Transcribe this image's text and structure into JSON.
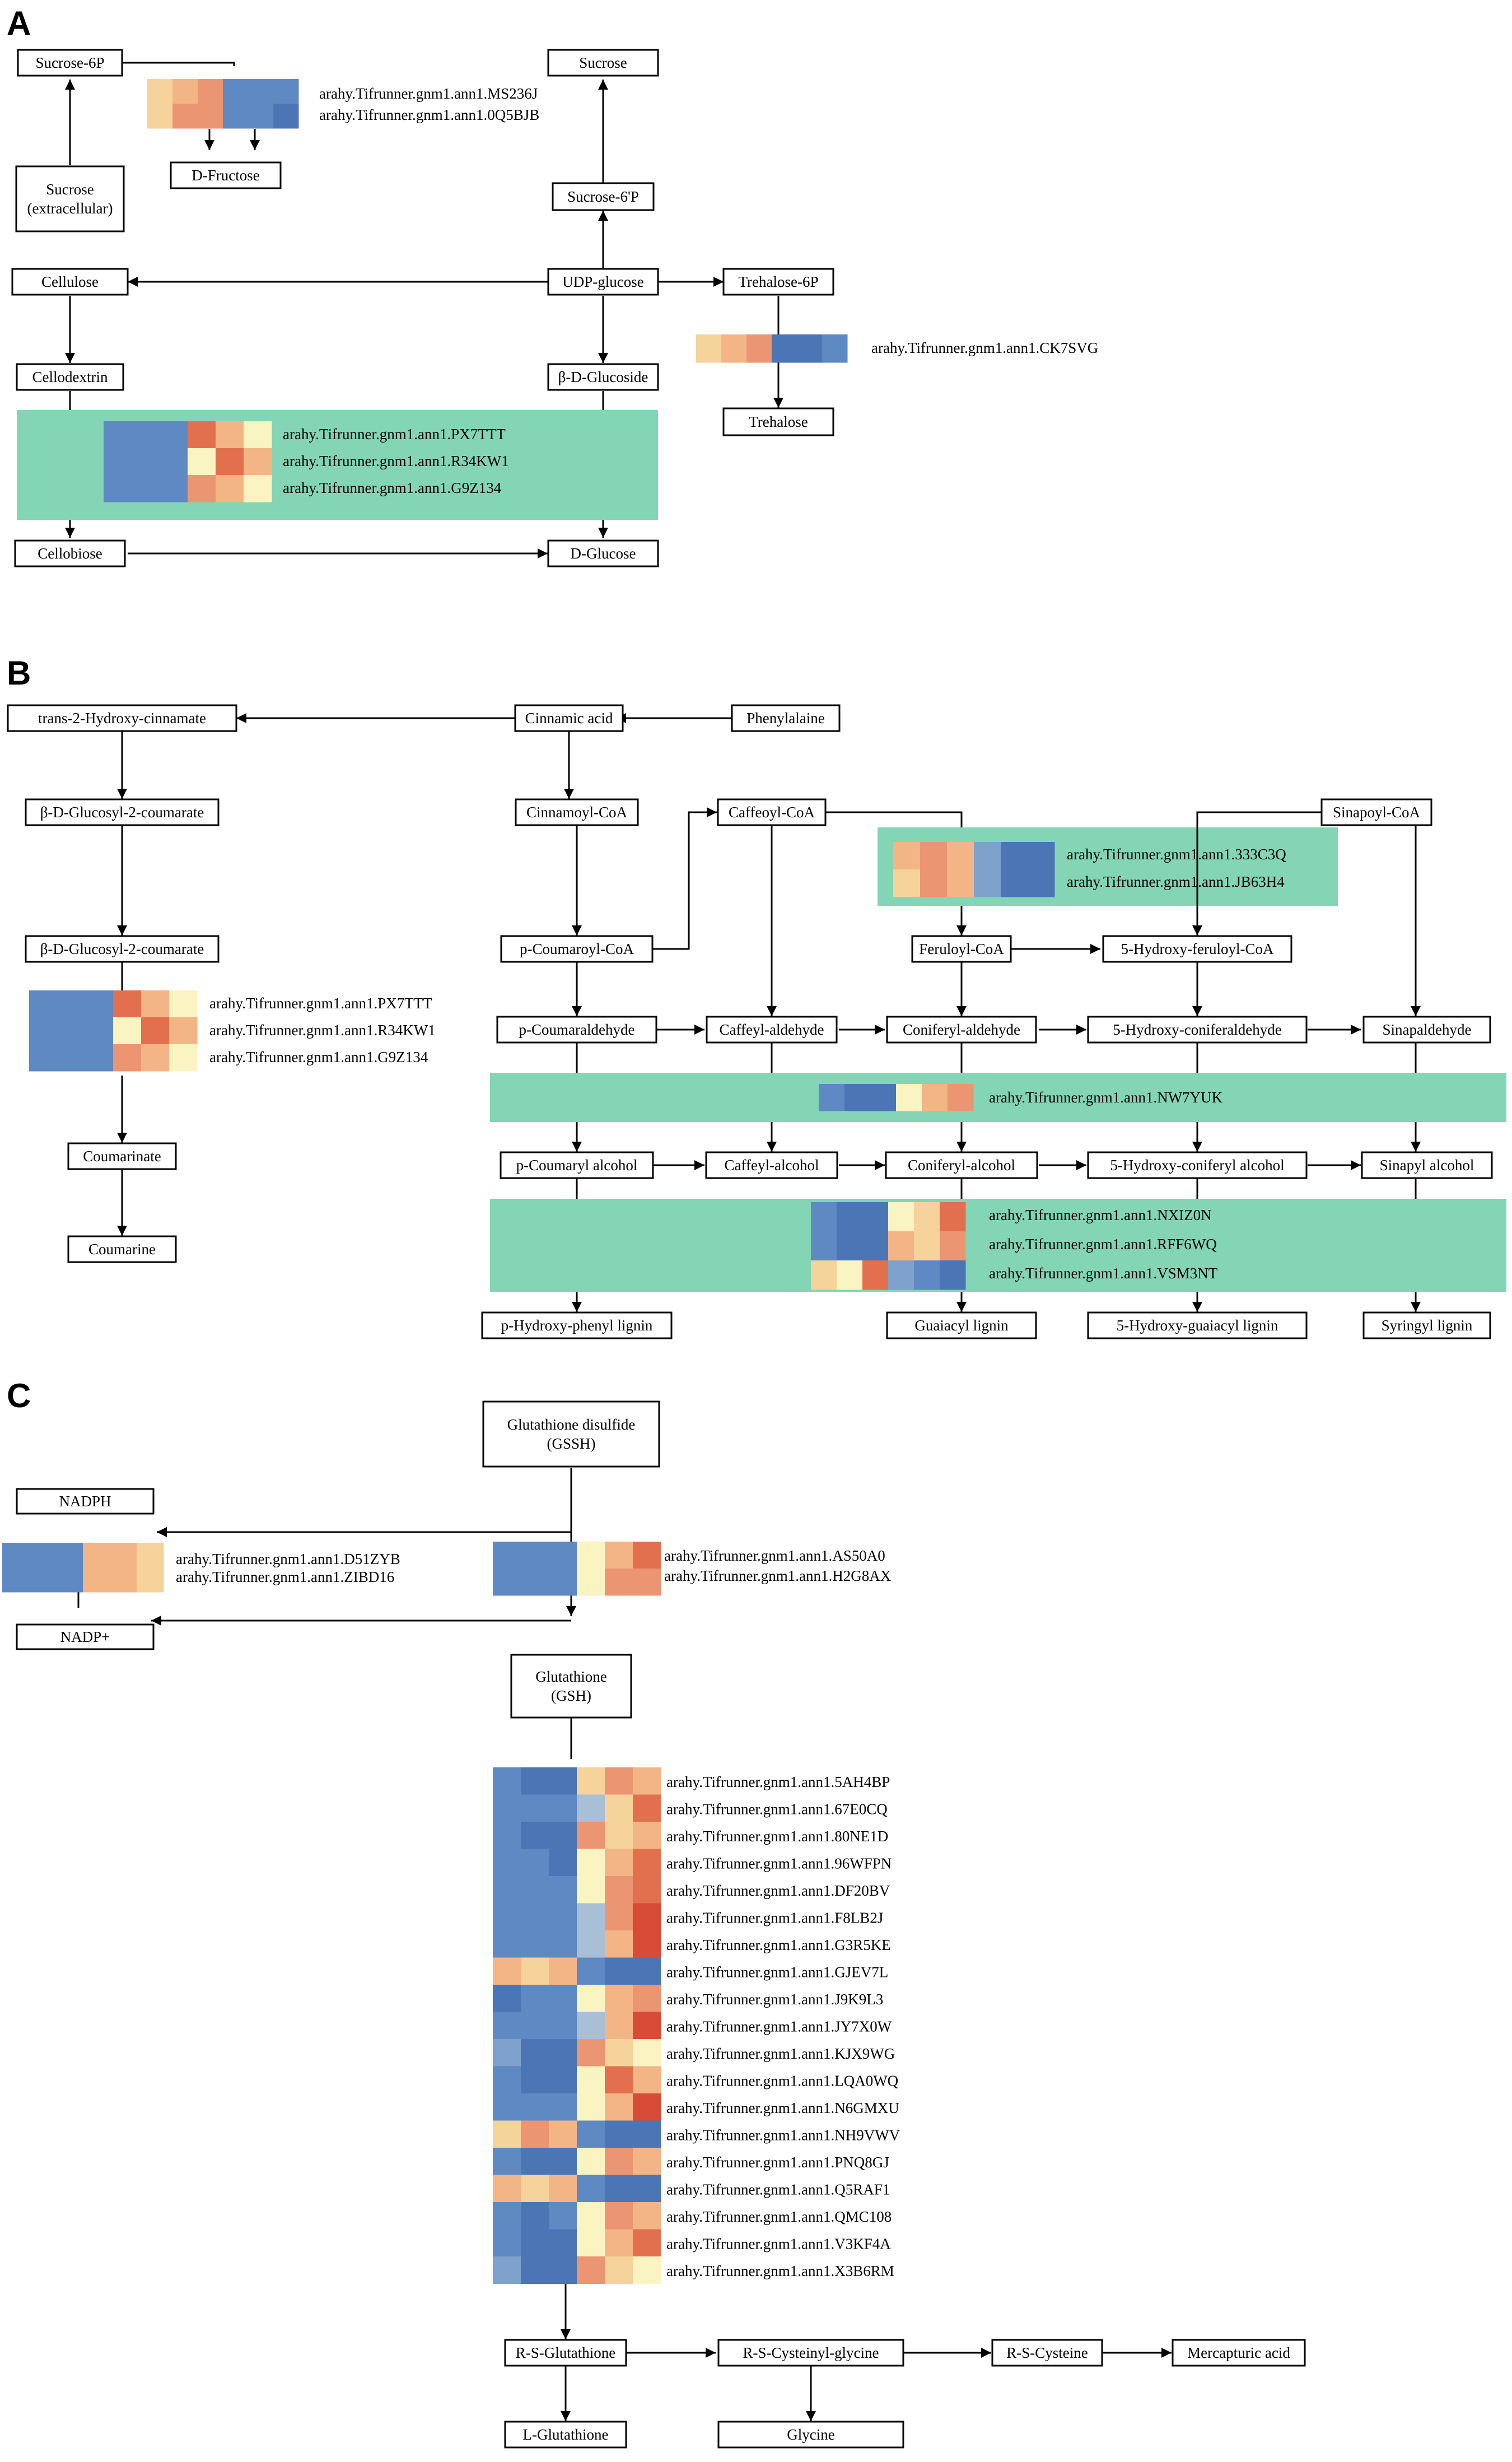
{
  "panels": {
    "a": "A",
    "b": "B",
    "c": "C"
  },
  "colors": {
    "band": "#84d4b6",
    "palette": [
      "#4b75b5",
      "#5e89c2",
      "#7ea2cc",
      "#a9bfd6",
      "#faf3c2",
      "#f5d39a",
      "#f3b586",
      "#eb9572",
      "#e2704f",
      "#d84b36"
    ]
  },
  "nodes": {
    "a": {
      "sucrose_6p": "Sucrose-6P",
      "sucrose": "Sucrose",
      "d_fructose": "D-Fructose",
      "sucrose_ext_1": "Sucrose",
      "sucrose_ext_2": "(extracellular)",
      "sucrose_6p_prime": "Sucrose-6'P",
      "cellulose": "Cellulose",
      "udp_glucose": "UDP-glucose",
      "trehalose_6p": "Trehalose-6P",
      "cellodextrin": "Cellodextrin",
      "b_d_glucoside": "β-D-Glucoside",
      "trehalose": "Trehalose",
      "cellobiose": "Cellobiose",
      "d_glucose": "D-Glucose"
    },
    "b": {
      "trans_2_hydroxy": "trans-2-Hydroxy-cinnamate",
      "cinnamic_acid": "Cinnamic acid",
      "phenylalaine": "Phenylalaine",
      "b_glucosyl_1": "β-D-Glucosyl-2-coumarate",
      "cinnamoyl_coa": "Cinnamoyl-CoA",
      "caffeoyl_coa": "Caffeoyl-CoA",
      "sinapoyl_coa": "Sinapoyl-CoA",
      "b_glucosyl_2": "β-D-Glucosyl-2-coumarate",
      "p_coumaroyl_coa": "p-Coumaroyl-CoA",
      "feruloyl_coa": "Feruloyl-CoA",
      "hydroxy_feruloyl_coa": "5-Hydroxy-feruloyl-CoA",
      "p_coumaraldehyde": "p-Coumaraldehyde",
      "caffeyl_aldehyde": "Caffeyl-aldehyde",
      "coniferyl_aldehyde": "Coniferyl-aldehyde",
      "hydroxy_coniferaldehyde": "5-Hydroxy-coniferaldehyde",
      "sinapaldehyde": "Sinapaldehyde",
      "coumarinate": "Coumarinate",
      "p_coumaryl_alcohol": "p-Coumaryl alcohol",
      "caffeyl_alcohol": "Caffeyl-alcohol",
      "coniferyl_alcohol": "Coniferyl-alcohol",
      "hydroxy_coniferyl_alcohol": "5-Hydroxy-coniferyl alcohol",
      "sinapyl_alcohol": "Sinapyl alcohol",
      "coumarine": "Coumarine",
      "p_hydroxy_phenyl_lignin": "p-Hydroxy-phenyl lignin",
      "guaiacyl_lignin": "Guaiacyl lignin",
      "hydroxy_guaiacyl_lignin": "5-Hydroxy-guaiacyl lignin",
      "syringyl_lignin": "Syringyl lignin"
    },
    "c": {
      "gssh_1": "Glutathione disulfide",
      "gssh_2": "(GSSH)",
      "nadph": "NADPH",
      "nadp_plus": "NADP+",
      "gsh_1": "Glutathione",
      "gsh_2": "(GSH)",
      "rs_glutathione": "R-S-Glutathione",
      "rs_cysteinyl_glycine": "R-S-Cysteinyl-glycine",
      "rs_cysteine": "R-S-Cysteine",
      "mercapturic_acid": "Mercapturic acid",
      "l_glutathione": "L-Glutathione",
      "glycine": "Glycine"
    }
  },
  "heatmaps": {
    "a_sucrose": {
      "genes": [
        "arahy.Tifrunner.gnm1.ann1.MS236J",
        "arahy.Tifrunner.gnm1.ann1.0Q5BJB"
      ],
      "levels": [
        [
          5,
          6,
          7,
          1,
          1,
          1
        ],
        [
          5,
          7,
          7,
          1,
          1,
          0
        ]
      ]
    },
    "a_trehalose": {
      "genes": [
        "arahy.Tifrunner.gnm1.ann1.CK7SVG"
      ],
      "levels": [
        [
          5,
          6,
          7,
          0,
          0,
          1
        ]
      ]
    },
    "a_glucosidase": {
      "genes": [
        "arahy.Tifrunner.gnm1.ann1.PX7TTT",
        "arahy.Tifrunner.gnm1.ann1.R34KW1",
        "arahy.Tifrunner.gnm1.ann1.G9Z134"
      ],
      "levels": [
        [
          1,
          1,
          1,
          8,
          6,
          4
        ],
        [
          1,
          1,
          1,
          4,
          8,
          6
        ],
        [
          1,
          1,
          1,
          7,
          6,
          4
        ]
      ]
    },
    "b_glucosyl": {
      "genes": [
        "arahy.Tifrunner.gnm1.ann1.PX7TTT",
        "arahy.Tifrunner.gnm1.ann1.R34KW1",
        "arahy.Tifrunner.gnm1.ann1.G9Z134"
      ],
      "levels": [
        [
          1,
          1,
          1,
          8,
          6,
          4
        ],
        [
          1,
          1,
          1,
          4,
          8,
          6
        ],
        [
          1,
          1,
          1,
          7,
          6,
          4
        ]
      ]
    },
    "b_ccoaomt": {
      "genes": [
        "arahy.Tifrunner.gnm1.ann1.333C3Q",
        "arahy.Tifrunner.gnm1.ann1.JB63H4"
      ],
      "levels": [
        [
          6,
          7,
          6,
          2,
          0,
          0
        ],
        [
          5,
          7,
          6,
          2,
          0,
          0
        ]
      ]
    },
    "b_ccr": {
      "genes": [
        "arahy.Tifrunner.gnm1.ann1.NW7YUK"
      ],
      "levels": [
        [
          1,
          0,
          0,
          4,
          6,
          7
        ]
      ]
    },
    "b_cad": {
      "genes": [
        "arahy.Tifrunner.gnm1.ann1.NXIZ0N",
        "arahy.Tifrunner.gnm1.ann1.RFF6WQ",
        "arahy.Tifrunner.gnm1.ann1.VSM3NT"
      ],
      "levels": [
        [
          1,
          0,
          0,
          4,
          5,
          8
        ],
        [
          1,
          0,
          0,
          6,
          5,
          7
        ],
        [
          5,
          4,
          8,
          2,
          1,
          0
        ]
      ]
    },
    "c_nadph": {
      "genes": [
        "arahy.Tifrunner.gnm1.ann1.D51ZYB",
        "arahy.Tifrunner.gnm1.ann1.ZIBD16"
      ],
      "levels": [
        [
          1,
          1,
          1,
          6,
          6,
          5
        ],
        [
          1,
          1,
          1,
          6,
          6,
          5
        ]
      ]
    },
    "c_gr": {
      "genes": [
        "arahy.Tifrunner.gnm1.ann1.AS50A0",
        "arahy.Tifrunner.gnm1.ann1.H2G8AX"
      ],
      "levels": [
        [
          1,
          1,
          1,
          4,
          6,
          8
        ],
        [
          1,
          1,
          1,
          4,
          7,
          7
        ]
      ]
    },
    "c_gst": {
      "genes": [
        "arahy.Tifrunner.gnm1.ann1.5AH4BP",
        "arahy.Tifrunner.gnm1.ann1.67E0CQ",
        "arahy.Tifrunner.gnm1.ann1.80NE1D",
        "arahy.Tifrunner.gnm1.ann1.96WFPN",
        "arahy.Tifrunner.gnm1.ann1.DF20BV",
        "arahy.Tifrunner.gnm1.ann1.F8LB2J",
        "arahy.Tifrunner.gnm1.ann1.G3R5KE",
        "arahy.Tifrunner.gnm1.ann1.GJEV7L",
        "arahy.Tifrunner.gnm1.ann1.J9K9L3",
        "arahy.Tifrunner.gnm1.ann1.JY7X0W",
        "arahy.Tifrunner.gnm1.ann1.KJX9WG",
        "arahy.Tifrunner.gnm1.ann1.LQA0WQ",
        "arahy.Tifrunner.gnm1.ann1.N6GMXU",
        "arahy.Tifrunner.gnm1.ann1.NH9VWV",
        "arahy.Tifrunner.gnm1.ann1.PNQ8GJ",
        "arahy.Tifrunner.gnm1.ann1.Q5RAF1",
        "arahy.Tifrunner.gnm1.ann1.QMC108",
        "arahy.Tifrunner.gnm1.ann1.V3KF4A",
        "arahy.Tifrunner.gnm1.ann1.X3B6RM"
      ],
      "levels": [
        [
          1,
          0,
          0,
          5,
          7,
          6
        ],
        [
          1,
          1,
          1,
          3,
          5,
          8
        ],
        [
          1,
          0,
          0,
          7,
          5,
          6
        ],
        [
          1,
          1,
          0,
          4,
          6,
          8
        ],
        [
          1,
          1,
          1,
          4,
          7,
          8
        ],
        [
          1,
          1,
          1,
          3,
          7,
          9
        ],
        [
          1,
          1,
          1,
          3,
          6,
          9
        ],
        [
          6,
          5,
          6,
          1,
          0,
          0
        ],
        [
          0,
          1,
          1,
          4,
          6,
          7
        ],
        [
          1,
          1,
          1,
          3,
          6,
          9
        ],
        [
          2,
          0,
          0,
          7,
          5,
          4
        ],
        [
          1,
          0,
          0,
          4,
          8,
          6
        ],
        [
          1,
          1,
          1,
          4,
          6,
          9
        ],
        [
          5,
          7,
          6,
          1,
          0,
          0
        ],
        [
          1,
          0,
          0,
          4,
          7,
          6
        ],
        [
          6,
          5,
          6,
          1,
          0,
          0
        ],
        [
          1,
          0,
          1,
          4,
          7,
          6
        ],
        [
          1,
          0,
          0,
          4,
          6,
          8
        ],
        [
          2,
          0,
          0,
          7,
          5,
          4
        ]
      ]
    }
  }
}
